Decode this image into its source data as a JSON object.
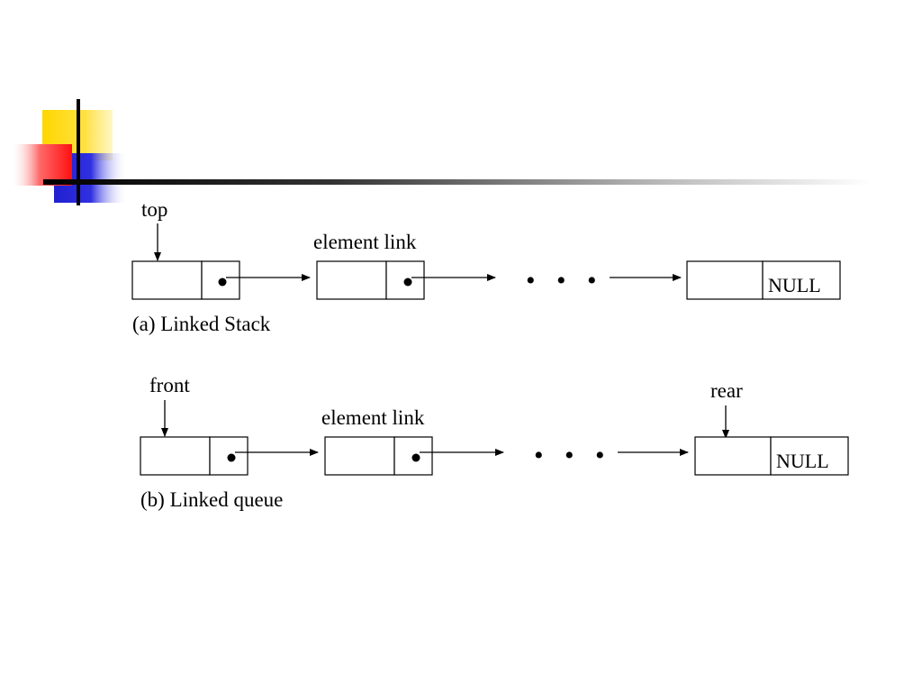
{
  "decoration": {
    "colors": {
      "yellow": "#FFD700",
      "red": "#FF2020",
      "blue": "#2020D0",
      "line": "#000000"
    }
  },
  "diagrams": {
    "stack": {
      "caption": "(a) Linked Stack",
      "pointer_label": "top",
      "node_label": "element link",
      "ellipsis": "• • •",
      "null_label": "NULL"
    },
    "queue": {
      "caption": "(b) Linked queue",
      "front_label": "front",
      "rear_label": "rear",
      "node_label": "element link",
      "ellipsis": "• • •",
      "null_label": "NULL"
    }
  }
}
